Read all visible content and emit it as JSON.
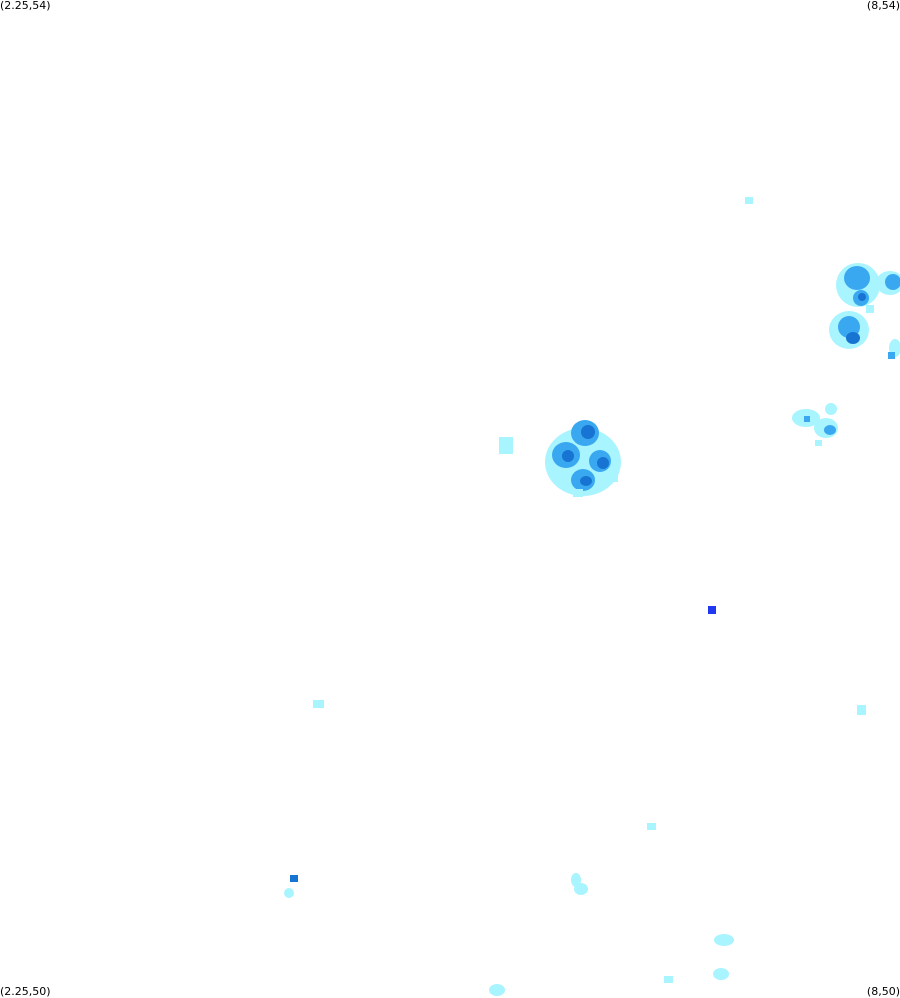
{
  "corners": {
    "top_left": "(2.25,54)",
    "top_right": "(8,54)",
    "bottom_left": "(2.25,50)",
    "bottom_right": "(8,50)"
  },
  "extent": {
    "lon": [
      2.25,
      8
    ],
    "lat": [
      50,
      54
    ]
  },
  "palette": {
    "background": "#ffffff",
    "light": "#a8f4ff",
    "medium": "#3aa8f0",
    "dark": "#1874d2",
    "intense": "#2038f0"
  }
}
